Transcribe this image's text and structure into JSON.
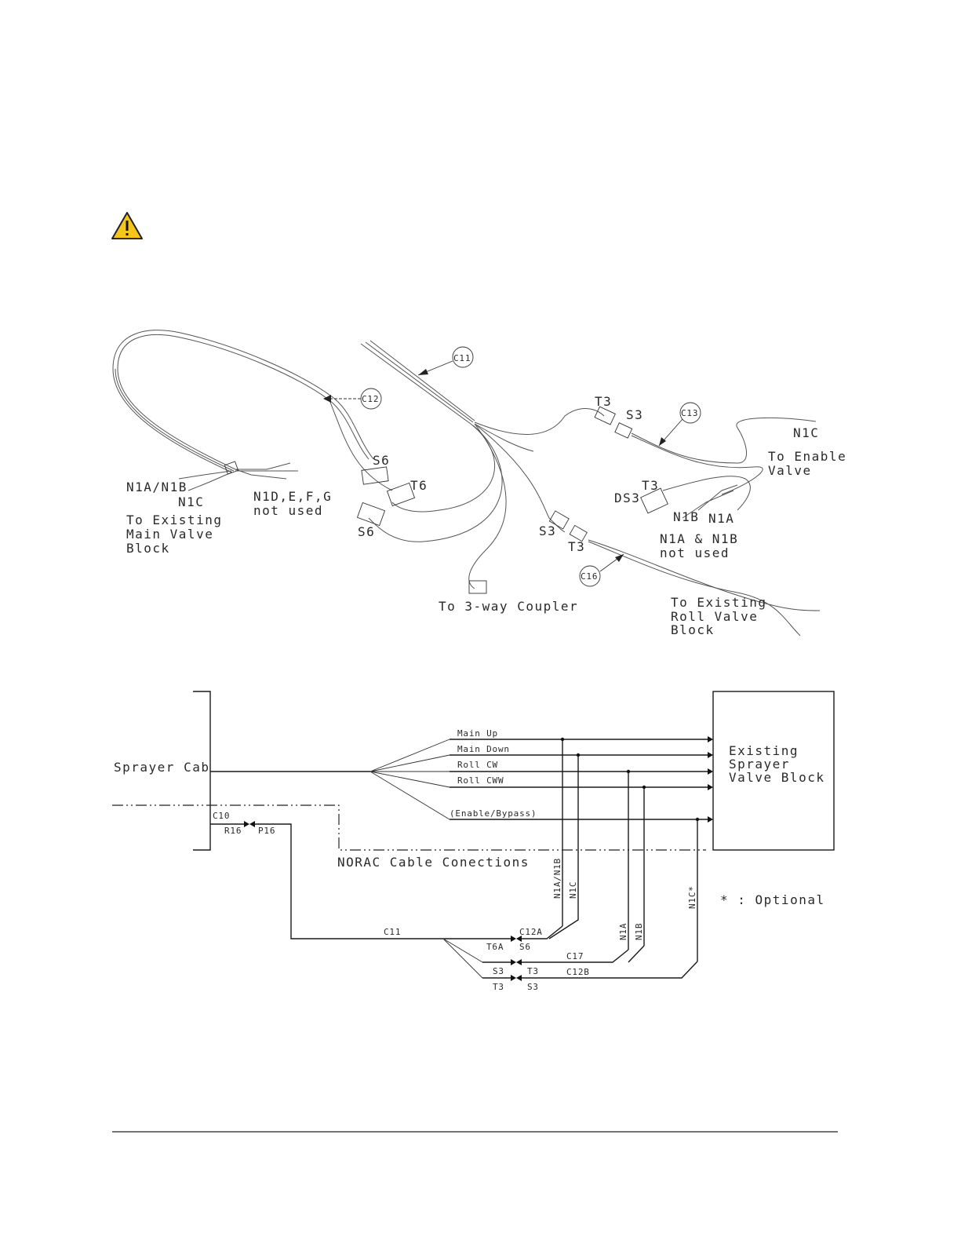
{
  "warning": {
    "icon": "warning-triangle-icon"
  },
  "harness": {
    "c11": "C11",
    "c12": "C12",
    "c13": "C13",
    "c16": "C16",
    "s6_top": "S6",
    "t6": "T6",
    "s6_bottom": "S6",
    "t3_top": "T3",
    "s3_top": "S3",
    "t3_ds": "T3",
    "ds3": "DS3",
    "s3_lower": "S3",
    "t3_lower": "T3",
    "n1a_n1b": "N1A/N1B",
    "n1c_left": "N1C",
    "n1d_line1": "N1D,E,F,G",
    "n1d_line2": "not used",
    "main_valve_1": "To Existing",
    "main_valve_2": "Main Valve",
    "main_valve_3": "Block",
    "coupler": "To 3-way Coupler",
    "n1c_right": "N1C",
    "enable_1": "To Enable",
    "enable_2": "Valve",
    "n1b": "N1B",
    "n1a": "N1A",
    "n1ab_1": "N1A & N1B",
    "n1ab_2": "not used",
    "roll_1": "To Existing",
    "roll_2": "Roll Valve",
    "roll_3": "Block"
  },
  "schematic": {
    "sprayer_cab": "Sprayer Cab",
    "valve_block_1": "Existing",
    "valve_block_2": "Sprayer",
    "valve_block_3": "Valve Block",
    "main_up": "Main Up",
    "main_down": "Main Down",
    "roll_cw": "Roll CW",
    "roll_ccw": "Roll CWW",
    "enable_bypass": "(Enable/Bypass)",
    "c10": "C10",
    "r16": "R16",
    "p16": "P16",
    "norac": "NORAC Cable Conections",
    "n1a_n1b": "N1A/N1B",
    "n1c": "N1C",
    "n1a": "N1A",
    "n1b": "N1B",
    "n1c_opt": "N1C*",
    "optional": "* : Optional",
    "c11": "C11",
    "c12a": "C12A",
    "t6a": "T6A",
    "s6": "S6",
    "c17": "C17",
    "s3_a": "S3",
    "t3_a": "T3",
    "c12b": "C12B",
    "t3_b": "T3",
    "s3_b": "S3"
  }
}
